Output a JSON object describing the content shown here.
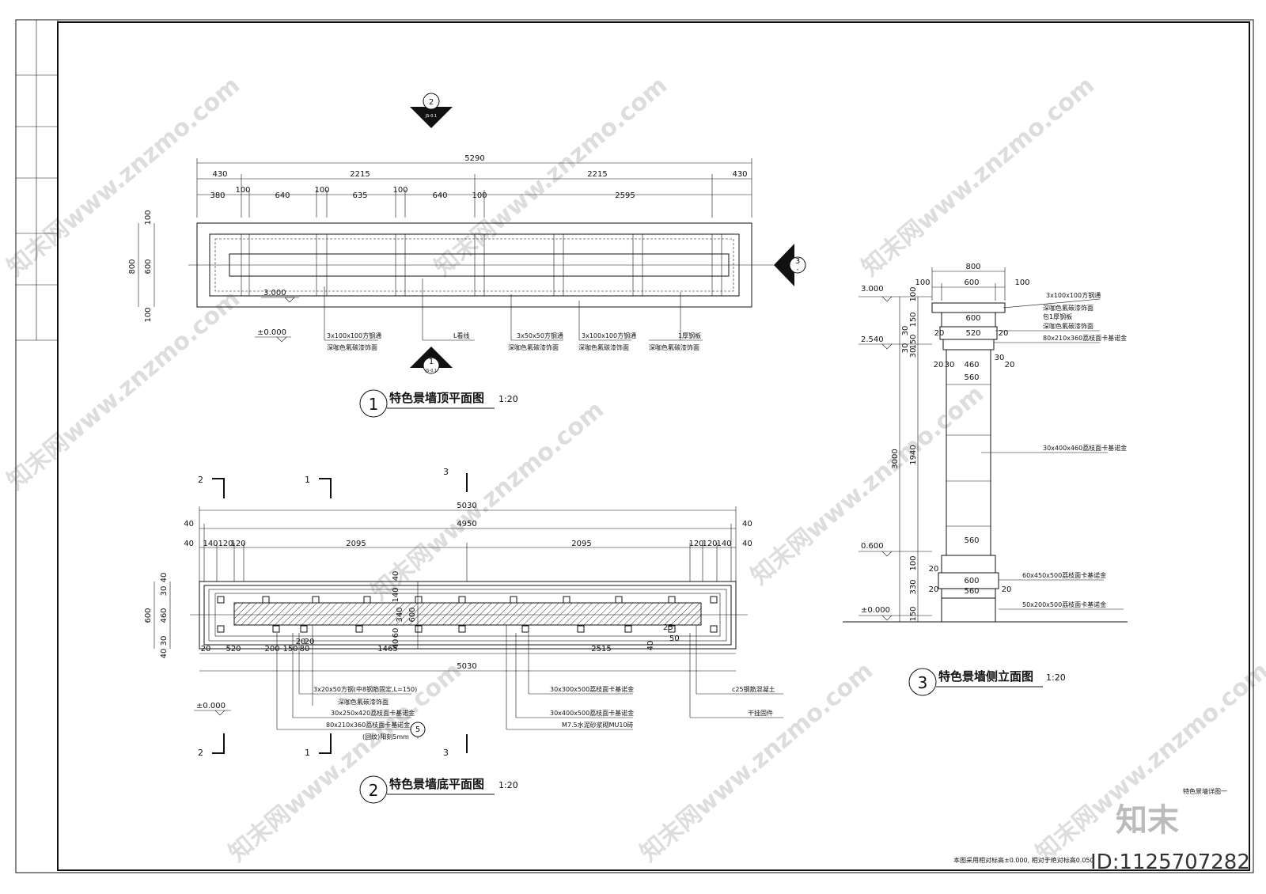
{
  "plan_top": {
    "title": "特色景墙顶平面图",
    "number": "1",
    "scale": "1:20",
    "dims_total": "5290",
    "dims_row2": [
      "430",
      "2215",
      "2215",
      "430"
    ],
    "dims_row3": [
      "380",
      "100",
      "640",
      "100",
      "635",
      "100",
      "640",
      "100",
      "2595"
    ],
    "dims_left": [
      "100",
      "600",
      "100",
      "800"
    ],
    "level_top": "3.000",
    "level_base": "±0.000",
    "callout_top": {
      "num": "2",
      "sub": "JS-0.1"
    },
    "callout_bottom": {
      "num": "1",
      "sub": "JS-0.1"
    },
    "callout_right": {
      "num": "3",
      "sub": "-"
    },
    "notes": [
      {
        "l1": "3x100x100方钢通",
        "l2": "深咖色氟碳漆饰面"
      },
      {
        "l1": "L看线",
        "l2": ""
      },
      {
        "l1": "3x50x50方钢通",
        "l2": "深咖色氟碳漆饰面"
      },
      {
        "l1": "3x100x100方钢通",
        "l2": "深咖色氟碳漆饰面"
      },
      {
        "l1": "1厚钢板",
        "l2": "深咖色氟碳漆饰面"
      }
    ]
  },
  "plan_bottom": {
    "title": "特色景墙底平面图",
    "number": "2",
    "scale": "1:20",
    "section_marks": [
      "2",
      "1",
      "3"
    ],
    "dims_total": "5030",
    "dims_inner": "4950",
    "dims_row3_left": [
      "140",
      "120",
      "120",
      "2095"
    ],
    "dims_row3_right": [
      "2095",
      "120",
      "120",
      "140"
    ],
    "dims_edge": "40",
    "dims_left": [
      "40",
      "30",
      "460",
      "30",
      "40",
      "600"
    ],
    "dims_mid_vertical": [
      "40",
      "140",
      "340",
      "600",
      "60",
      "40"
    ],
    "dims_bottom_row": [
      "20",
      "520",
      "200",
      "150",
      "80",
      "20",
      "20",
      "1465",
      "2515",
      "40",
      "25",
      "50"
    ],
    "dims_bottom_total": "5030",
    "level_base": "±0.000",
    "callout_detail": {
      "num": "5",
      "sub": "-"
    },
    "notes_left": [
      "3x20x50方钢(中8钢筋固定,L=150)",
      "深咖色氟碳漆饰面",
      "30x250x420荔枝面卡基诺金",
      "80x210x360荔枝面卡基诺金",
      "(回纹)阳刻5mm"
    ],
    "notes_mid": [
      "30x300x500荔枝面卡基诺金",
      "30x400x500荔枝面卡基诺金",
      "M7.5水泥砂浆砌MU10砖"
    ],
    "notes_right": [
      "c25钢筋混凝土",
      "干挂固件"
    ]
  },
  "elevation": {
    "title": "特色景墙侧立面图",
    "number": "3",
    "scale": "1:20",
    "levels": [
      "3.000",
      "2.540",
      "0.600",
      "±0.000"
    ],
    "top_dims": [
      "800",
      "100",
      "600",
      "100"
    ],
    "inner_dims": [
      "600",
      "20",
      "520",
      "20",
      "20",
      "30",
      "460",
      "30",
      "20",
      "560",
      "560",
      "20",
      "600",
      "20",
      "560",
      "20"
    ],
    "left_dims": [
      "100",
      "150",
      "30",
      "30",
      "150",
      "30",
      "1940",
      "3000",
      "100",
      "330",
      "150"
    ],
    "notes": [
      "3x100x100方钢通",
      "深咖色氟碳漆饰面",
      "包1厚钢板",
      "深咖色氟碳漆饰面",
      "80x210x360荔枝面卡基诺金",
      "30x400x460荔枝面卡基诺金",
      "60x450x500荔枝面卡基诺金",
      "50x200x500荔枝面卡基诺金"
    ]
  },
  "footer": {
    "sheet_name": "特色景墙详图一",
    "note": "本图采用相对标高±0.000, 相对于绝对标高0.050",
    "logo": "知末",
    "id": "ID:1125707282"
  },
  "watermark": "知末网www.znzmo.com"
}
